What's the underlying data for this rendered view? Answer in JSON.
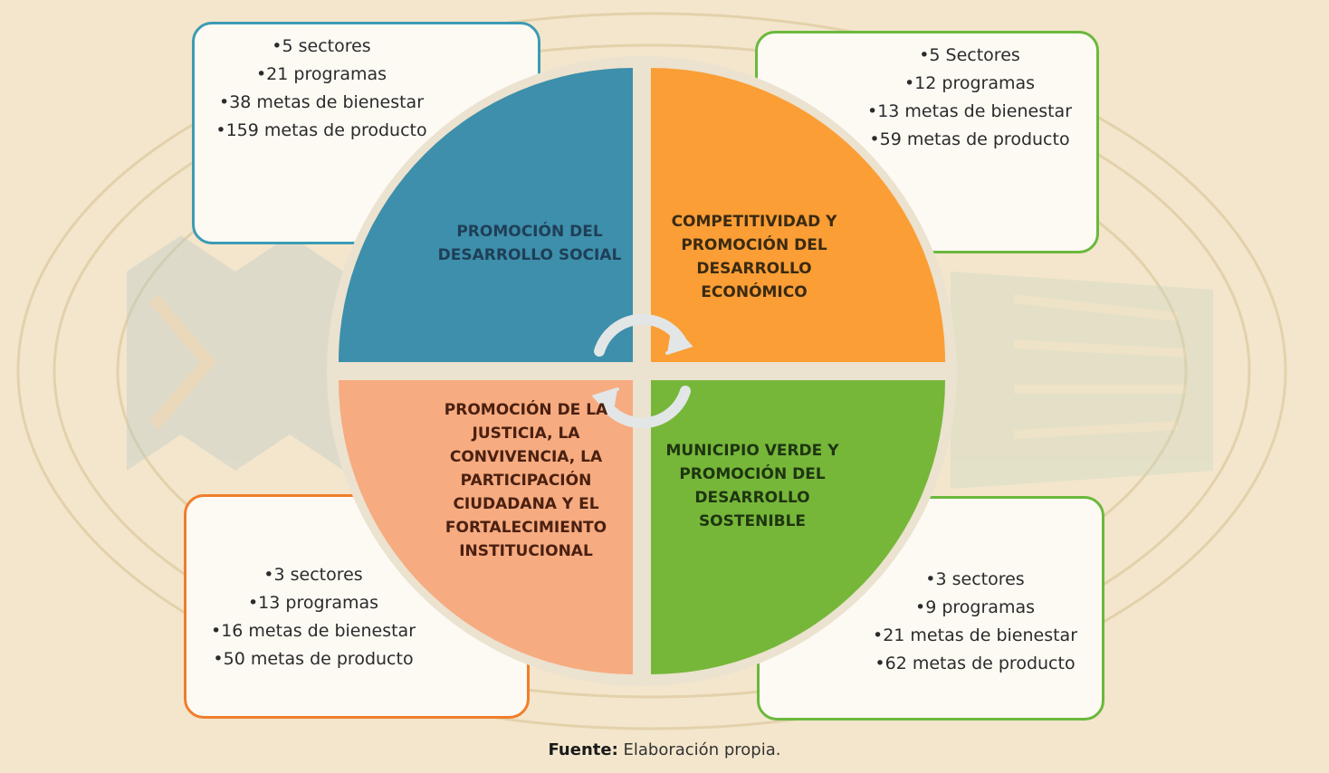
{
  "boxes": {
    "social": {
      "lines": [
        "5 sectores",
        "21 programas",
        "38 metas de bienestar",
        "159 metas de producto"
      ],
      "color": "#3d9bb4"
    },
    "economico": {
      "lines": [
        "5 Sectores",
        "12 programas",
        "13 metas de bienestar",
        "59 metas de producto"
      ],
      "color": "#6bb83d"
    },
    "justicia": {
      "lines": [
        "3 sectores",
        "13 programas",
        "16 metas de bienestar",
        "50 metas de producto"
      ],
      "color": "#f07e2b"
    },
    "verde": {
      "lines": [
        "3 sectores",
        "9 programas",
        "21 metas de bienestar",
        "62 metas de producto"
      ],
      "color": "#6bb83d"
    }
  },
  "quadrants": {
    "social": {
      "label": "PROMOCIÓN DEL DESARROLLO SOCIAL",
      "color": "#3d8fab"
    },
    "economico": {
      "label": "COMPETITIVIDAD Y PROMOCIÓN DEL DESARROLLO ECONÓMICO",
      "color": "#fb9e35"
    },
    "justicia": {
      "label": "PROMOCIÓN DE LA JUSTICIA, LA CONVIVENCIA, LA PARTICIPACIÓN CIUDADANA Y EL FORTALECIMIENTO INSTITUCIONAL",
      "color": "#f6ab80"
    },
    "verde": {
      "label": "MUNICIPIO VERDE Y PROMOCIÓN DEL DESARROLLO SOSTENIBLE",
      "color": "#76b73a"
    }
  },
  "center_icon": "cycle-arrows-icon",
  "source": {
    "prefix": "Fuente:",
    "text": "Elaboración propia."
  }
}
